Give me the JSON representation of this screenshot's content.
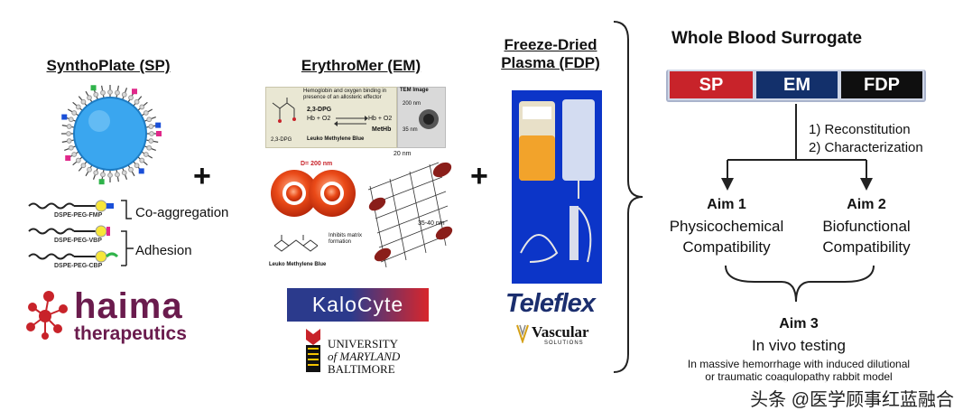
{
  "columns": {
    "sp": {
      "title": "SynthoPlate (SP)",
      "legend": [
        "DSPE-PEG-FMP",
        "DSPE-PEG-VBP",
        "DSPE-PEG-CBP"
      ],
      "co_aggregation": "Co-aggregation",
      "adhesion": "Adhesion"
    },
    "em": {
      "title": "ErythroMer (EM)"
    },
    "fdp": {
      "title_line1": "Freeze-Dried",
      "title_line2": "Plasma (FDP)"
    }
  },
  "plus": "+",
  "em_figure": {
    "panel_caption": "Hemoglobin and oxygen binding in presence of an allosteric effector",
    "dpg": "2,3-DPG",
    "hb_o2_left": "Hb + O2",
    "hb_o2_right": "Hb + O2",
    "methb": "MetHb",
    "dpg_small": "2,3-DPG",
    "leuko_top": "Leuko Methylene Blue",
    "tem_label": "TEM Image",
    "tem_200": "200 nm",
    "tem_35": "35 nm",
    "d_label": "D= 200 nm",
    "inhibits": "Inhibits matrix formation",
    "leuko_bottom": "Leuko Methylene Blue",
    "nm20": "20 nm",
    "nm35_40": "35-40 nm"
  },
  "logos": {
    "haima_line1": "haima",
    "haima_line2": "therapeutics",
    "kalocyte": "KaloCyte",
    "umb_line1": "UNIVERSITY",
    "umb_line2": "of MARYLAND",
    "umb_line3": "BALTIMORE",
    "teleflex": "Teleflex",
    "vascular": "Vascular",
    "solutions": "SOLUTIONS"
  },
  "surrogate": {
    "title": "Whole Blood Surrogate",
    "segments": [
      {
        "label": "SP",
        "color": "#c8232a"
      },
      {
        "label": "EM",
        "color": "#13306b"
      },
      {
        "label": "FDP",
        "color": "#0f0f0f"
      }
    ],
    "step1": "1) Reconstitution",
    "step2": "2) Characterization",
    "aim1": {
      "head": "Aim 1",
      "line1": "Physicochemical",
      "line2": "Compatibility"
    },
    "aim2": {
      "head": "Aim 2",
      "line1": "Biofunctional",
      "line2": "Compatibility"
    },
    "aim3": {
      "head": "Aim 3",
      "line1": "In vivo testing",
      "line2": "In massive hemorrhage with induced dilutional",
      "line3": "or traumatic coagulopathy rabbit model"
    }
  },
  "watermark": "头条 @医学顾事红蓝融合",
  "colors": {
    "sp_red": "#c8232a",
    "em_navy": "#13306b",
    "fdp_black": "#0f0f0f",
    "haima_purple": "#6a1b4d",
    "kalocyte_start": "#2b3a8c",
    "kalocyte_end": "#d8262c"
  }
}
